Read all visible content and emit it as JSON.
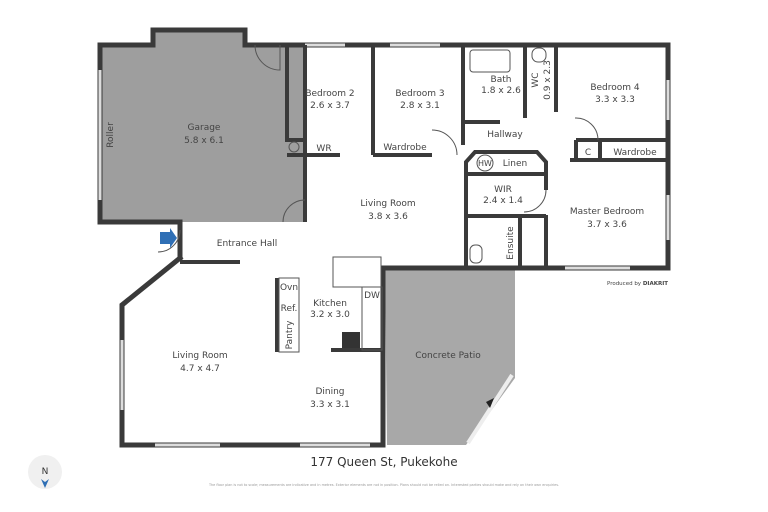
{
  "plan": {
    "address": "177 Queen St, Pukekohe",
    "produced_by_prefix": "Produced by",
    "produced_by_brand": "DIAKRIT",
    "north_label": "N",
    "disclaimer": "The floor plan is not to scale; measurements are indicative and in metres. Exterior elements are not in position. Plans should not be relied on. Interested parties should make and rely on their own enquiries.",
    "colors": {
      "wall": "#3a3a3a",
      "garage_fill": "#9e9e9e",
      "patio_fill": "#a8a8a8",
      "entry_arrow": "#2f6fb5"
    },
    "rooms": {
      "garage": {
        "name": "Garage",
        "size": "5.8 x 6.1"
      },
      "roller": "Roller",
      "bedroom2": {
        "name": "Bedroom 2",
        "size": "2.6 x 3.7"
      },
      "bedroom3": {
        "name": "Bedroom 3",
        "size": "2.8 x 3.1"
      },
      "bath": {
        "name": "Bath",
        "size": "1.8 x 2.6"
      },
      "wc": {
        "name": "WC",
        "size": "0.9 x 2.3"
      },
      "bedroom4": {
        "name": "Bedroom 4",
        "size": "3.3 x 3.3"
      },
      "wr": "WR",
      "wardrobe3": "Wardrobe",
      "wardrobe4": "Wardrobe",
      "c": "C",
      "hallway": "Hallway",
      "hw": "HW",
      "linen": "Linen",
      "wir": {
        "name": "WIR",
        "size": "2.4 x 1.4"
      },
      "master": {
        "name": "Master Bedroom",
        "size": "3.7 x 3.6"
      },
      "ensuite": "Ensuite",
      "living1": {
        "name": "Living Room",
        "size": "3.8 x 3.6"
      },
      "entrance": "Entrance Hall",
      "ovn": "Ovn",
      "ref": "Ref.",
      "pantry": "Pantry",
      "kitchen": {
        "name": "Kitchen",
        "size": "3.2 x 3.0"
      },
      "dw": "DW",
      "living2": {
        "name": "Living Room",
        "size": "4.7 x 4.7"
      },
      "dining": {
        "name": "Dining",
        "size": "3.3 x 3.1"
      },
      "patio": "Concrete Patio"
    }
  }
}
